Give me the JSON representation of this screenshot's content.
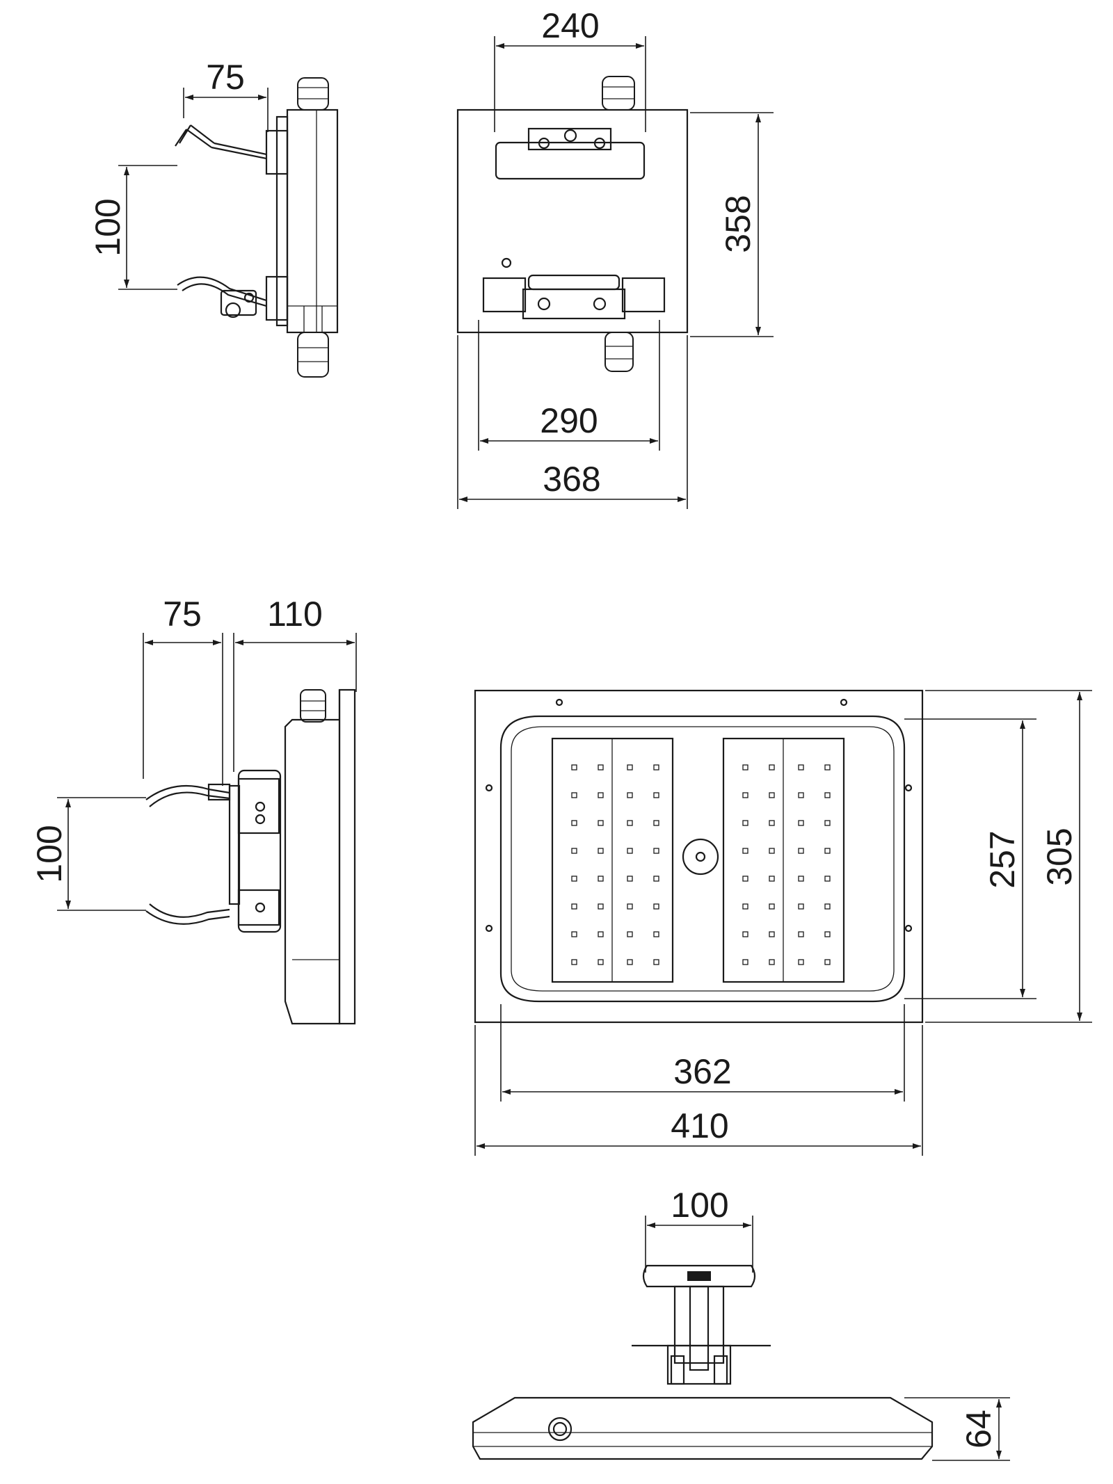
{
  "dimensions": {
    "side_top_depth": "75",
    "side_top_spacing": "100",
    "back_width": "240",
    "back_height": "358",
    "back_inner_width": "290",
    "back_total_width": "368",
    "side_bottom_depth": "75",
    "side_bottom_body": "110",
    "side_bottom_spacing": "100",
    "front_inner_height": "257",
    "front_total_height": "305",
    "front_inner_width": "362",
    "front_total_width": "410",
    "bottom_bracket_width": "100",
    "bottom_height": "64"
  },
  "colors": {
    "line": "#1a1a1a",
    "background": "#ffffff"
  }
}
